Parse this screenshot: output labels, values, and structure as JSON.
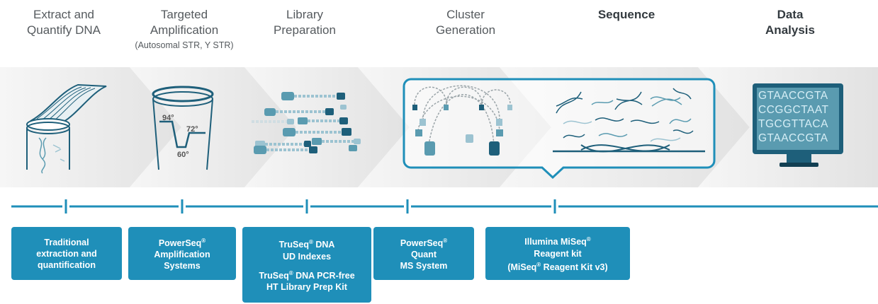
{
  "stages": [
    {
      "title_l1": "Extract and",
      "title_l2": "Quantify DNA",
      "sub": ""
    },
    {
      "title_l1": "Targeted",
      "title_l2": "Amplification",
      "sub": "(Autosomal STR, Y STR)"
    },
    {
      "title_l1": "Library",
      "title_l2": "Preparation",
      "sub": ""
    },
    {
      "title_l1": "Cluster",
      "title_l2": "Generation",
      "sub": ""
    },
    {
      "title_l1": "Sequence",
      "title_l2": "",
      "sub": ""
    },
    {
      "title_l1": "Data",
      "title_l2": "Analysis",
      "sub": ""
    }
  ],
  "thermal_labels": {
    "t1": "94°",
    "t2": "72°",
    "t3": "60°"
  },
  "monitor_lines": [
    "GTAACCGTA",
    "CCGGCTAAT",
    "TGCGTTACA",
    "GTAACCGTA"
  ],
  "kits": [
    {
      "l1": "Traditional",
      "l2": "extraction and",
      "l3": "quantification"
    },
    {
      "l1": "PowerSeq",
      "reg1": "®",
      "l2": "Amplification",
      "l3": "Systems"
    },
    {
      "l1": "TruSeq",
      "reg1": "®",
      "l1b": " DNA",
      "l2": "UD Indexes",
      "l3": "TruSeq",
      "reg3": "®",
      "l3b": " DNA PCR-free",
      "l4": "HT Library Prep Kit"
    },
    {
      "l1": "PowerSeq",
      "reg1": "®",
      "l2": "Quant",
      "l3": "MS System"
    },
    {
      "l1": "Illumina MiSeq",
      "reg1": "®",
      "l2": "Reagent kit",
      "l3": "(MiSeq",
      "reg3": "®",
      "l3b": " Reagent Kit v3)"
    }
  ],
  "colors": {
    "accent": "#1f8fb9",
    "dark_teal": "#1e5f7a",
    "mid_teal": "#5a9bb0",
    "light_teal": "#9cc3d1",
    "band": "#ececec"
  }
}
